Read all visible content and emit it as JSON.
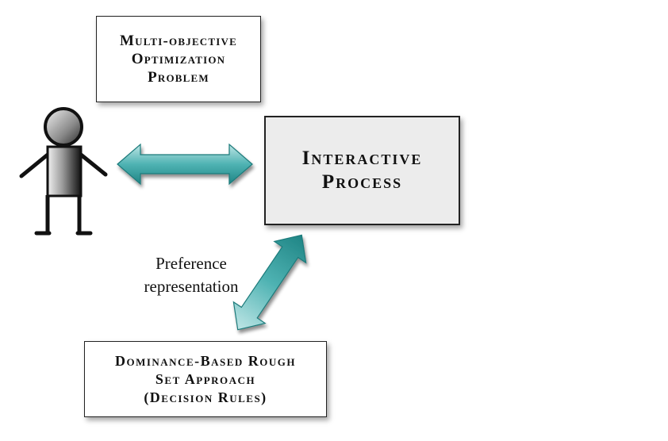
{
  "diagram": {
    "moo_box": {
      "lines": [
        "Multi-objective",
        "Optimization",
        "Problem"
      ]
    },
    "interactive_box": {
      "lines": [
        "Interactive",
        "Process"
      ]
    },
    "drsa_box": {
      "lines": [
        "Dominance-Based Rough",
        "Set Approach",
        "(Decision Rules)"
      ]
    },
    "edge_label": {
      "lines": [
        "Preference",
        "representation"
      ]
    },
    "colors": {
      "arrow_fill": "#2e9a9a",
      "arrow_light": "#a9dcdc",
      "interactive_bg": "#ececec",
      "figure_dark": "#111111",
      "figure_light": "#d8d8d8"
    },
    "icons": [
      "person-icon",
      "double-arrow-icon"
    ]
  }
}
